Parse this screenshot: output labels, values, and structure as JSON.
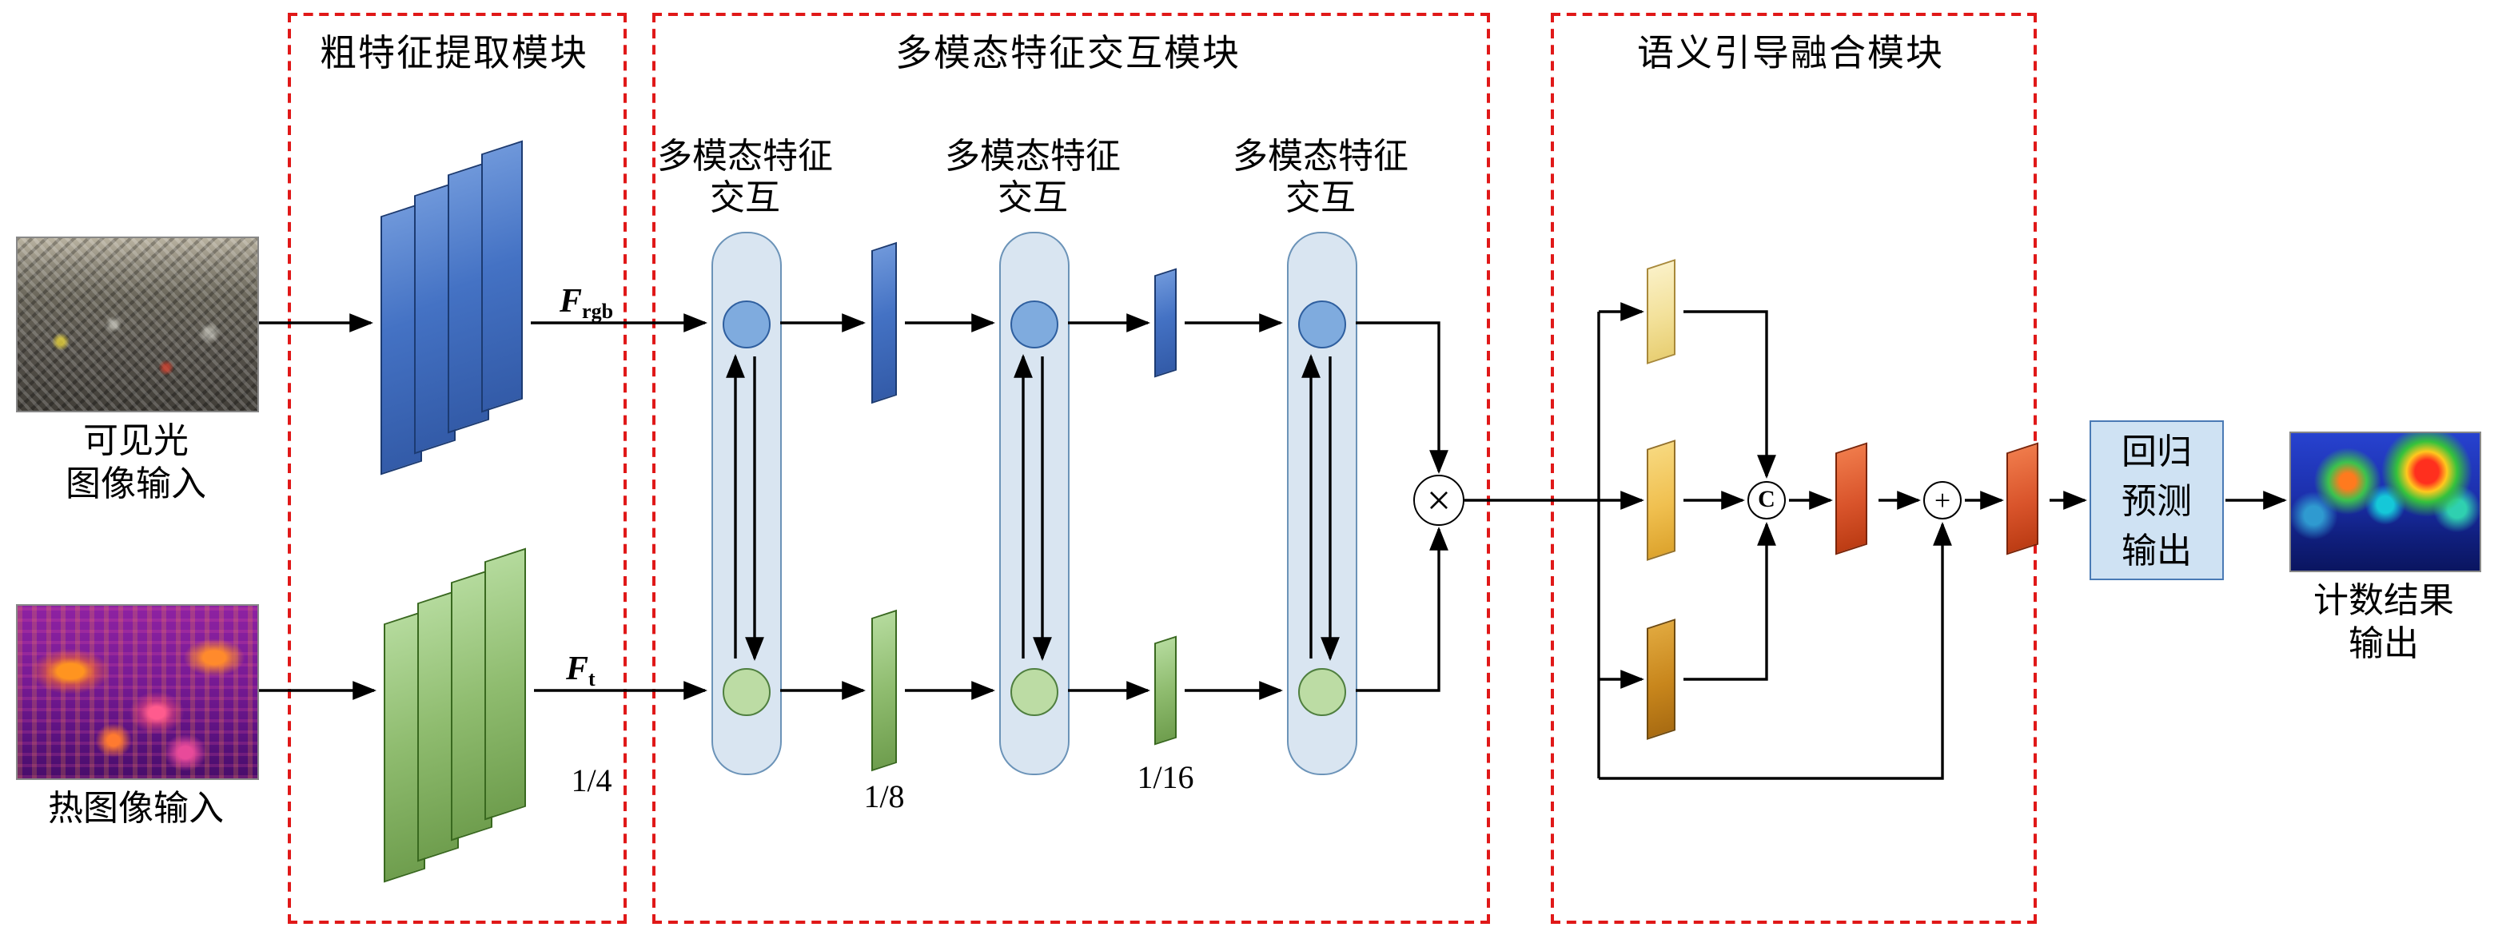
{
  "modules": {
    "coarse_extraction_title": "粗特征提取模块",
    "multimodal_interaction_title": "多模态特征交互模块",
    "semantic_fusion_title": "语义引导融合模块"
  },
  "inputs": {
    "visible_label_line1": "可见光",
    "visible_label_line2": "图像输入",
    "thermal_label": "热图像输入"
  },
  "feature_labels": {
    "f_rgb_symbol": "F",
    "f_rgb_subscript": "rgb",
    "f_t_symbol": "F",
    "f_t_subscript": "t",
    "scale_quarter": "1/4",
    "scale_eighth": "1/8",
    "scale_sixteenth": "1/16"
  },
  "interaction_unit": {
    "label_line1": "多模态特征",
    "label_line2": "交互"
  },
  "operators": {
    "multiply": "×",
    "concatenate": "C",
    "add": "+"
  },
  "output": {
    "regression_line1": "回归",
    "regression_line2": "预测",
    "regression_line3": "输出",
    "result_label_line1": "计数结果",
    "result_label_line2": "输出"
  },
  "colors": {
    "module_border": "#e01818",
    "rgb_feature": "#4472c4",
    "thermal_feature": "#8fbc6f",
    "interaction_fill": "#d9e5f1",
    "fusion_red": "#d9542b",
    "regression_fill": "#cfe2f3"
  }
}
